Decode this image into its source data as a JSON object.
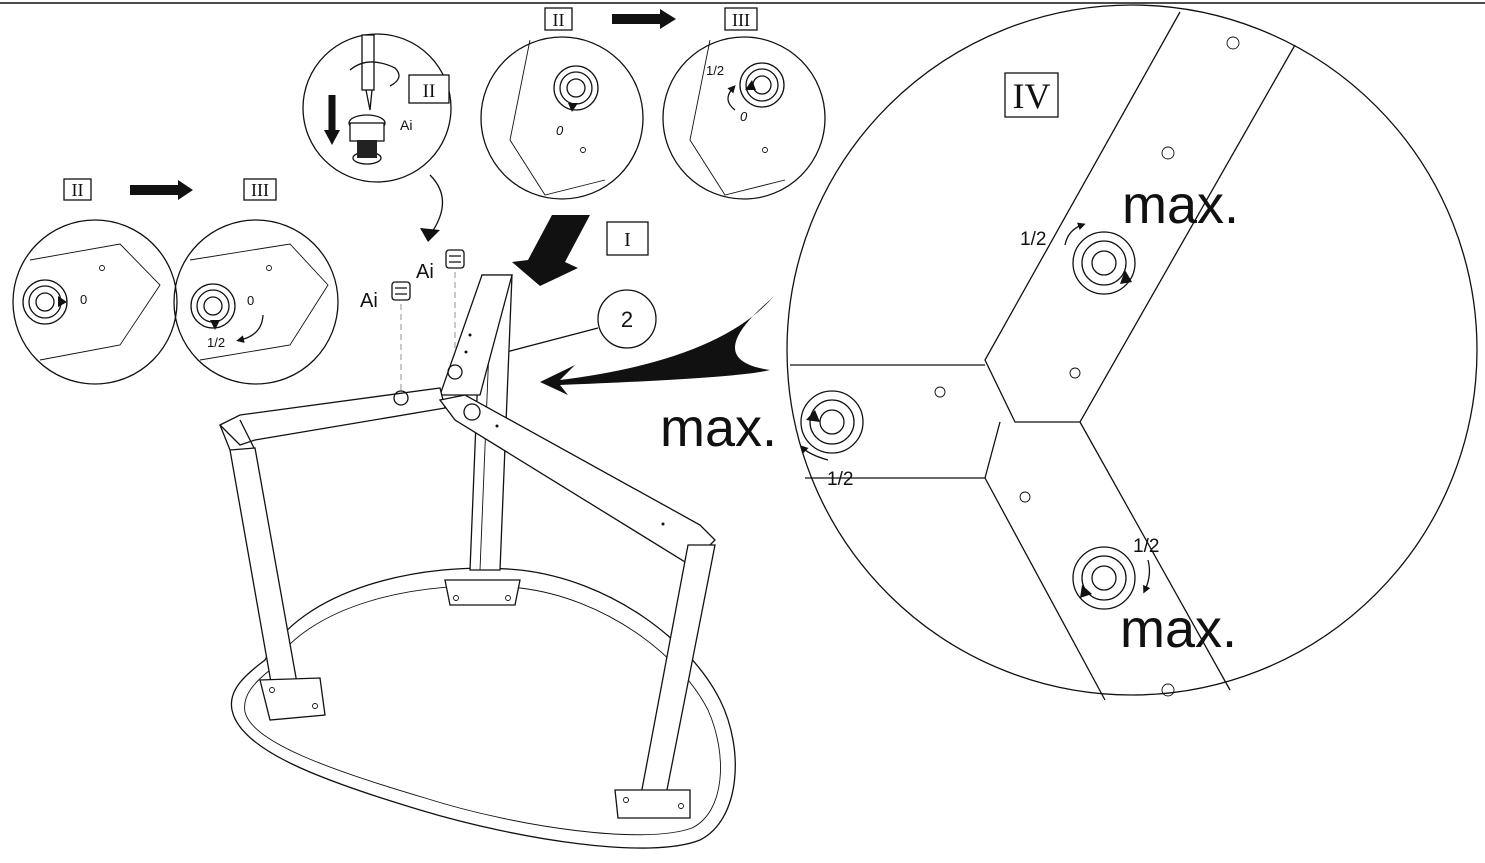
{
  "steps": {
    "step_I": "I",
    "step_II": "II",
    "step_III": "III",
    "step_IV": "IV"
  },
  "labels": {
    "part_ai": "Ai",
    "part_number": "2",
    "zero": "0",
    "half": "1/2",
    "max": "max."
  },
  "icons": {
    "arrow": "right-arrow-icon",
    "cam_lock": "cam-lock-icon",
    "screwdriver": "screwdriver-icon"
  }
}
